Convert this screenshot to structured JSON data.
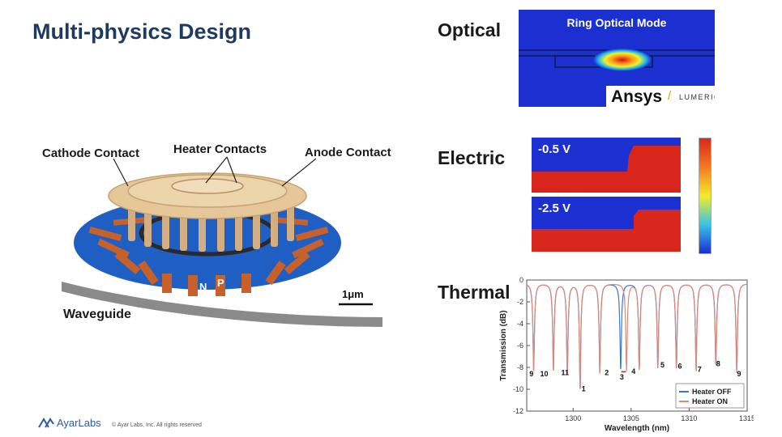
{
  "slide": {
    "title": "Multi-physics Design",
    "footer": "© Ayar Labs, Inc. All rights reserved",
    "logo_text": "AyarLabs"
  },
  "device": {
    "labels": {
      "cathode": "Cathode Contact",
      "heater": "Heater Contacts",
      "anode": "Anode Contact",
      "waveguide": "Waveguide",
      "n": "N",
      "p": "P",
      "scale": "1μm"
    }
  },
  "optical": {
    "label": "Optical",
    "panel_title": "Ring Optical Mode",
    "brand": "Ansys",
    "brand_sub": "LUMERICAL"
  },
  "electric": {
    "label": "Electric",
    "voltages": [
      "-0.5 V",
      "-2.5 V"
    ]
  },
  "thermal": {
    "label": "Thermal"
  },
  "colors": {
    "title": "#1f3a5f",
    "blue_field": "#1c2fd0",
    "red_field": "#d8261c",
    "contact": "#e5c79a",
    "doping_blue": "#1f5fc4",
    "doping_orange": "#c8602a",
    "heater_off": "#3a78c8",
    "heater_on": "#d98a7a"
  },
  "chart_data": {
    "type": "line",
    "xlabel": "Wavelength (nm)",
    "ylabel": "Transmission (dB)",
    "xlim": [
      1296,
      1315
    ],
    "ylim": [
      -12,
      0
    ],
    "xticks": [
      1300,
      1305,
      1310,
      1315
    ],
    "yticks": [
      0,
      -2,
      -4,
      -6,
      -8,
      -10,
      -12
    ],
    "legend_placement": "bottom-right",
    "series": [
      {
        "name": "Heater OFF",
        "color": "#3a78c8",
        "dips": [
          {
            "x": 1296.6,
            "depth": -8.0
          },
          {
            "x": 1298.3,
            "depth": -8.0
          },
          {
            "x": 1299.5,
            "depth": -8.2
          },
          {
            "x": 1300.6,
            "depth": -10.0
          },
          {
            "x": 1302.3,
            "depth": -8.2
          },
          {
            "x": 1304.1,
            "depth": -8.0
          },
          {
            "x": 1305.7,
            "depth": -8.0
          },
          {
            "x": 1307.3,
            "depth": -7.8
          },
          {
            "x": 1308.9,
            "depth": -7.8
          },
          {
            "x": 1310.6,
            "depth": -8.0
          },
          {
            "x": 1312.3,
            "depth": -7.6
          },
          {
            "x": 1314.1,
            "depth": -8.2
          }
        ]
      },
      {
        "name": "Heater ON",
        "color": "#d98a7a",
        "dips": [
          {
            "x": 1296.6,
            "depth": -8.0
          },
          {
            "x": 1298.3,
            "depth": -8.0
          },
          {
            "x": 1299.5,
            "depth": -8.2
          },
          {
            "x": 1300.6,
            "depth": -10.0
          },
          {
            "x": 1302.3,
            "depth": -8.2
          },
          {
            "x": 1304.6,
            "depth": -8.0
          },
          {
            "x": 1305.7,
            "depth": -8.0
          },
          {
            "x": 1307.3,
            "depth": -7.8
          },
          {
            "x": 1308.9,
            "depth": -7.8
          },
          {
            "x": 1310.6,
            "depth": -8.0
          },
          {
            "x": 1312.3,
            "depth": -7.6
          },
          {
            "x": 1314.1,
            "depth": -8.2
          }
        ]
      }
    ],
    "annotations": [
      {
        "text": "9",
        "x": 1296.4,
        "y": -8.8
      },
      {
        "text": "10",
        "x": 1297.5,
        "y": -8.8
      },
      {
        "text": "11",
        "x": 1299.3,
        "y": -8.7
      },
      {
        "text": "1",
        "x": 1300.9,
        "y": -10.2
      },
      {
        "text": "2",
        "x": 1302.9,
        "y": -8.7
      },
      {
        "text": "3",
        "x": 1304.2,
        "y": -9.1
      },
      {
        "text": "4",
        "x": 1305.2,
        "y": -8.6
      },
      {
        "text": "5",
        "x": 1307.7,
        "y": -8.0
      },
      {
        "text": "6",
        "x": 1309.2,
        "y": -8.1
      },
      {
        "text": "7",
        "x": 1310.9,
        "y": -8.4
      },
      {
        "text": "8",
        "x": 1312.5,
        "y": -7.9
      },
      {
        "text": "9",
        "x": 1314.3,
        "y": -8.8
      }
    ]
  }
}
